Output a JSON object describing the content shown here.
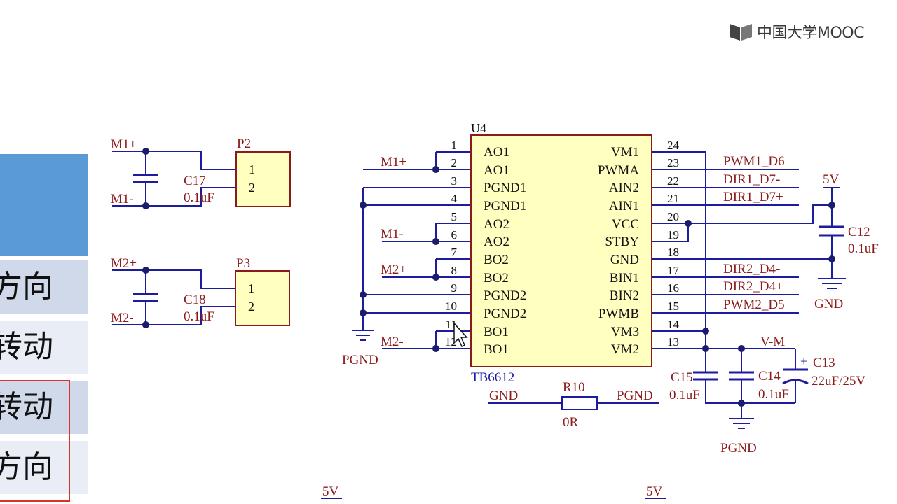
{
  "logo": {
    "text": "中国大学MOOC"
  },
  "left_table": {
    "rows": [
      {
        "text": "方向"
      },
      {
        "text": "转动"
      },
      {
        "text": "转动"
      },
      {
        "text": "方向"
      }
    ]
  },
  "schematic": {
    "connector_p2": {
      "ref": "P2",
      "pins": [
        "1",
        "2"
      ],
      "nets": [
        "M1+",
        "M1-"
      ],
      "cap_ref": "C17",
      "cap_val": "0.1uF"
    },
    "connector_p3": {
      "ref": "P3",
      "pins": [
        "1",
        "2"
      ],
      "nets": [
        "M2+",
        "M2-"
      ],
      "cap_ref": "C18",
      "cap_val": "0.1uF"
    },
    "ic": {
      "ref": "U4",
      "part": "TB6612",
      "left_pins": [
        {
          "num": "1",
          "name": "AO1",
          "net": ""
        },
        {
          "num": "2",
          "name": "AO1",
          "net": "M1+"
        },
        {
          "num": "3",
          "name": "PGND1",
          "net": ""
        },
        {
          "num": "4",
          "name": "PGND1",
          "net": ""
        },
        {
          "num": "5",
          "name": "AO2",
          "net": ""
        },
        {
          "num": "6",
          "name": "AO2",
          "net": "M1-"
        },
        {
          "num": "7",
          "name": "BO2",
          "net": ""
        },
        {
          "num": "8",
          "name": "BO2",
          "net": "M2+"
        },
        {
          "num": "9",
          "name": "PGND2",
          "net": ""
        },
        {
          "num": "10",
          "name": "PGND2",
          "net": ""
        },
        {
          "num": "11",
          "name": "BO1",
          "net": ""
        },
        {
          "num": "12",
          "name": "BO1",
          "net": "M2-"
        }
      ],
      "right_pins": [
        {
          "num": "24",
          "name": "VM1",
          "net": ""
        },
        {
          "num": "23",
          "name": "PWMA",
          "net": "PWM1_D6"
        },
        {
          "num": "22",
          "name": "AIN2",
          "net": "DIR1_D7-"
        },
        {
          "num": "21",
          "name": "AIN1",
          "net": "DIR1_D7+"
        },
        {
          "num": "20",
          "name": "VCC",
          "net": ""
        },
        {
          "num": "19",
          "name": "STBY",
          "net": ""
        },
        {
          "num": "18",
          "name": "GND",
          "net": ""
        },
        {
          "num": "17",
          "name": "BIN1",
          "net": "DIR2_D4-"
        },
        {
          "num": "16",
          "name": "BIN2",
          "net": "DIR2_D4+"
        },
        {
          "num": "15",
          "name": "PWMB",
          "net": "PWM2_D5"
        },
        {
          "num": "14",
          "name": "VM3",
          "net": ""
        },
        {
          "num": "13",
          "name": "VM2",
          "net": ""
        }
      ]
    },
    "pgnd_label": "PGND",
    "power_5v": "5V",
    "gnd_label": "GND",
    "c12": {
      "ref": "C12",
      "val": "0.1uF"
    },
    "vm_label": "V-M",
    "c13": {
      "ref": "C13",
      "val": "22uF/25V"
    },
    "c14": {
      "ref": "C14",
      "val": "0.1uF"
    },
    "c15": {
      "ref": "C15",
      "val": "0.1uF"
    },
    "r10": {
      "ref": "R10",
      "val": "0R",
      "left_net": "GND",
      "right_net": "PGND"
    },
    "bottom_5v_left": "5V",
    "bottom_5v_right": "5V",
    "colors": {
      "wire": "#1c1c9c",
      "label": "#8b1a1a",
      "ic_fill": "#ffffc0",
      "dot": "#1c1c6c"
    }
  }
}
